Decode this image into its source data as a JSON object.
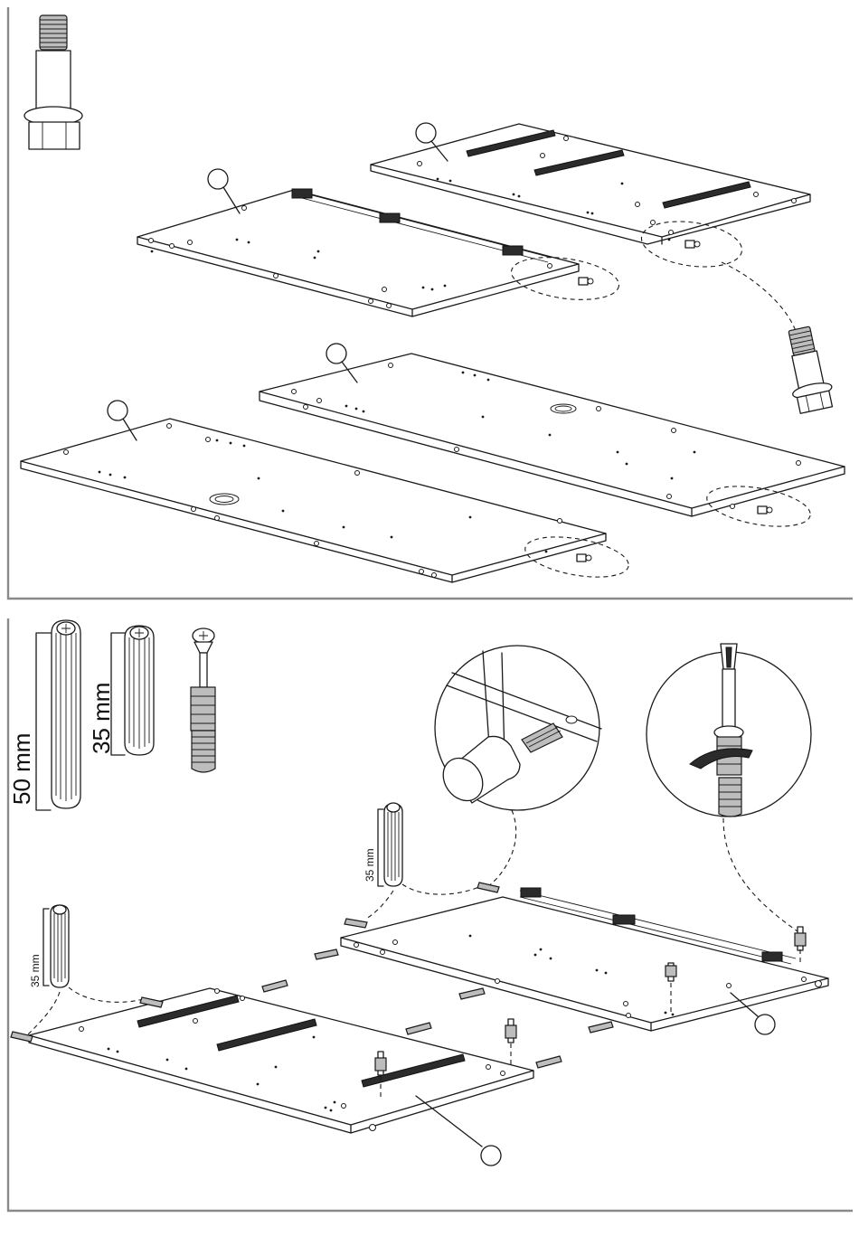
{
  "step_top": {
    "part_label_circles": [
      "",
      "",
      "",
      ""
    ],
    "hardware": "leveling-foot"
  },
  "step_bottom": {
    "dowel_large": {
      "length_label": "50 mm"
    },
    "dowel_medium": {
      "length_label": "35 mm"
    },
    "callout_dowel_1": {
      "length_label": "35 mm"
    },
    "callout_dowel_2": {
      "length_label": "35 mm"
    },
    "detail_views": [
      "hammer-dowel-insertion",
      "screwdriver-connector-turn"
    ],
    "part_label_circles": [
      "",
      ""
    ]
  },
  "colors": {
    "line": "#1a1a1a",
    "frame": "#8a8a8a",
    "fill_gray": "#bdbdbd",
    "background": "#ffffff"
  }
}
